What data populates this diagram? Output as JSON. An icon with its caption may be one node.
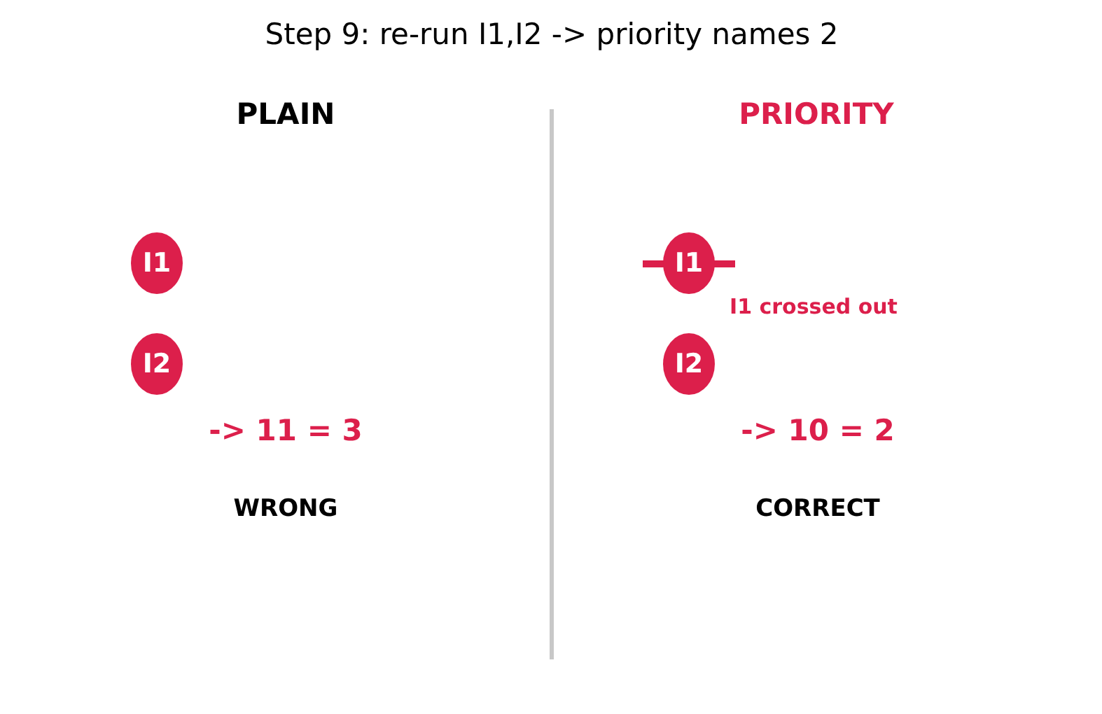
{
  "diagram": {
    "title": "Step 9: re-run I1,I2 -> priority names 2",
    "nodes": [
      {
        "text": [
          "I1"
        ]
      },
      {
        "text": [
          "I2"
        ]
      },
      {
        "text": [
          "I1"
        ],
        "beside": [
          "I1 crossed out"
        ]
      },
      {
        "text": [
          "I2"
        ]
      }
    ],
    "labels": [
      "PLAIN",
      "PRIORITY",
      "-> 11 = 3",
      "-> 10 = 2",
      "WRONG",
      "CORRECT"
    ]
  }
}
